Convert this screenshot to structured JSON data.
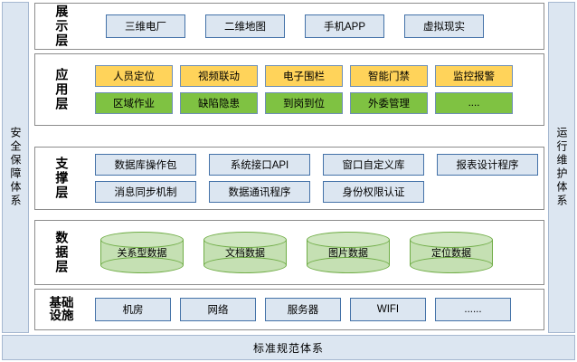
{
  "bands": {
    "left": {
      "label": "安全保障体系",
      "color": "#dce6f1"
    },
    "right": {
      "label": "运行维护体系",
      "color": "#dce6f1"
    }
  },
  "bottom_bar": {
    "label": "标准规范体系",
    "color": "#dce6f1"
  },
  "colors": {
    "blue_fill": "#dce6f1",
    "blue_border": "#4472a8",
    "amber_fill": "#ffd35a",
    "green_fill": "#7fc242",
    "node_border": "#6e8fb5",
    "cylinder_fill": "#c5e0b3",
    "cylinder_border": "#70ad47",
    "layer_border": "#8c8c8c"
  },
  "layers": [
    {
      "id": "presentation",
      "label": "展示层",
      "label_mode": "vertical",
      "rows": [
        {
          "style": "blue",
          "items": [
            "三维电厂",
            "二维地图",
            "手机APP",
            "虚拟现实"
          ]
        }
      ]
    },
    {
      "id": "application",
      "label": "应用层",
      "label_mode": "vertical",
      "rows": [
        {
          "style": "amber",
          "items": [
            "人员定位",
            "视频联动",
            "电子围栏",
            "智能门禁",
            "监控报警"
          ]
        },
        {
          "style": "green",
          "items": [
            "区域作业",
            "缺陷隐患",
            "到岗到位",
            "外委管理",
            "...."
          ]
        }
      ]
    },
    {
      "id": "support",
      "label": "支撑层",
      "label_mode": "vertical",
      "rows": [
        {
          "style": "blue",
          "items": [
            "数据库操作包",
            "系统接口API",
            "窗口自定义库",
            "报表设计程序"
          ]
        },
        {
          "style": "blue",
          "items": [
            "消息同步机制",
            "数据通讯程序",
            "身份权限认证"
          ]
        }
      ]
    },
    {
      "id": "data",
      "label": "数据层",
      "label_mode": "vertical",
      "rows": [
        {
          "style": "cylinder",
          "items": [
            "关系型数据",
            "文档数据",
            "图片数据",
            "定位数据"
          ]
        }
      ]
    },
    {
      "id": "infra",
      "label_line1": "基础",
      "label_line2": "设施",
      "label_mode": "grid2",
      "rows": [
        {
          "style": "blue",
          "items": [
            "机房",
            "网络",
            "服务器",
            "WIFI",
            "......"
          ]
        }
      ]
    }
  ]
}
